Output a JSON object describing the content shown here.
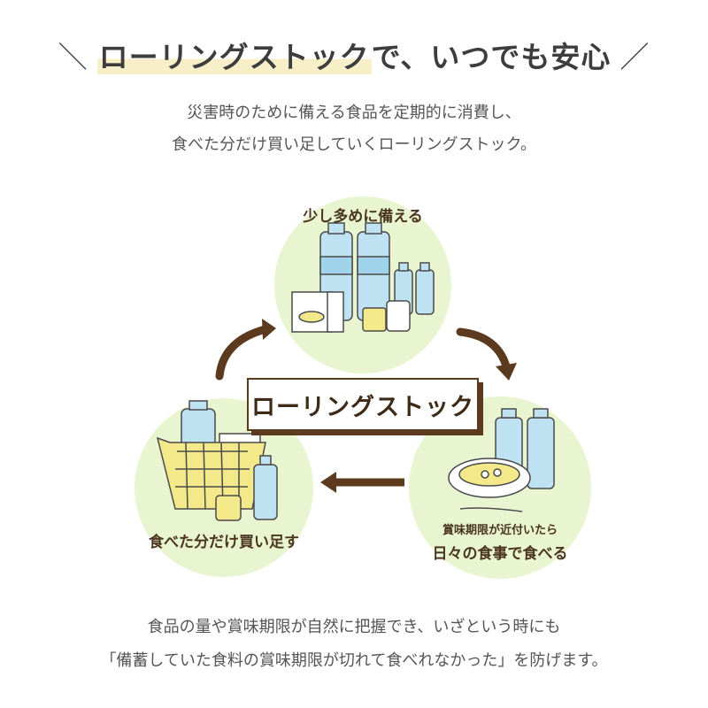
{
  "header": {
    "slash_left": "＼",
    "title_highlight": "ローリングストック",
    "title_rest": "で、いつでも安心",
    "slash_right": "／"
  },
  "intro": {
    "line1": "災害時のために備える食品を定期的に消費し、",
    "line2": "食べた分だけ買い足していくローリングストック。"
  },
  "cycle": {
    "center_label": "ローリングストック",
    "top_label": "少し多めに備える",
    "right_sub_label": "賞味期限が近付いたら",
    "right_label": "日々の食事で食べる",
    "left_label": "食べた分だけ買い足す"
  },
  "outro": {
    "line1": "食品の量や賞味期限が自然に把握でき、いざという時にも",
    "line2": "「備蓄していた食料の賞味期限が切れて食べれなかった」を防げます。"
  },
  "colors": {
    "circle": "#e8f5d0",
    "arrow": "#5b3a1e",
    "bottle": "#bfe2f2",
    "basket": "#f3e98a"
  }
}
